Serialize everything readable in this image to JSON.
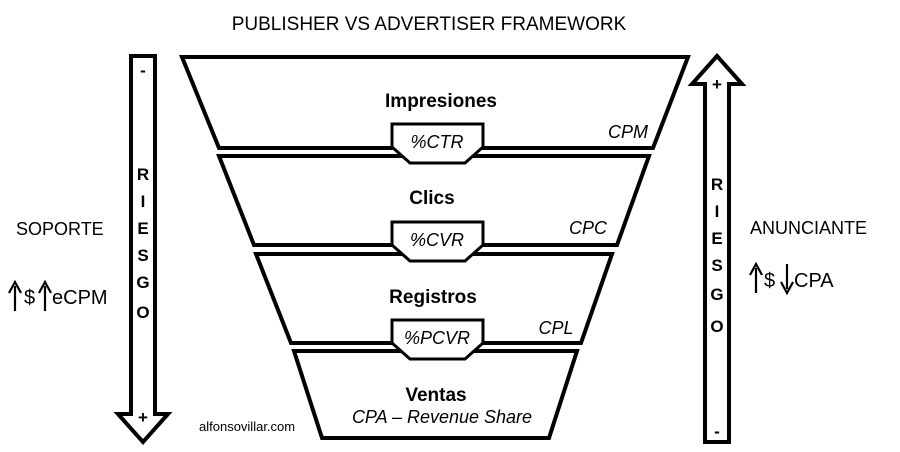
{
  "title": "PUBLISHER VS ADVERTISER FRAMEWORK",
  "left": {
    "heading": "SOPORTE",
    "metric": {
      "prefix": "$",
      "label": "eCPM"
    },
    "arrow": {
      "top_sign": "-",
      "bottom_sign": "+",
      "letters": [
        "R",
        "I",
        "E",
        "S",
        "G",
        "O"
      ]
    }
  },
  "right": {
    "heading": "ANUNCIANTE",
    "metric": {
      "prefix": "$",
      "label": "CPA"
    },
    "arrow": {
      "top_sign": "+",
      "bottom_sign": "-",
      "letters": [
        "R",
        "I",
        "E",
        "S",
        "G",
        "O"
      ]
    }
  },
  "funnel": {
    "stages": [
      {
        "name": "Impresiones",
        "pricing": "CPM"
      },
      {
        "name": "Clics",
        "pricing": "CPC"
      },
      {
        "name": "Registros",
        "pricing": "CPL"
      },
      {
        "name": "Ventas",
        "pricing": "CPA – Revenue Share"
      }
    ],
    "conversions": [
      "%CTR",
      "%CVR",
      "%PCVR"
    ]
  },
  "credit": "alfonsovillar.com"
}
